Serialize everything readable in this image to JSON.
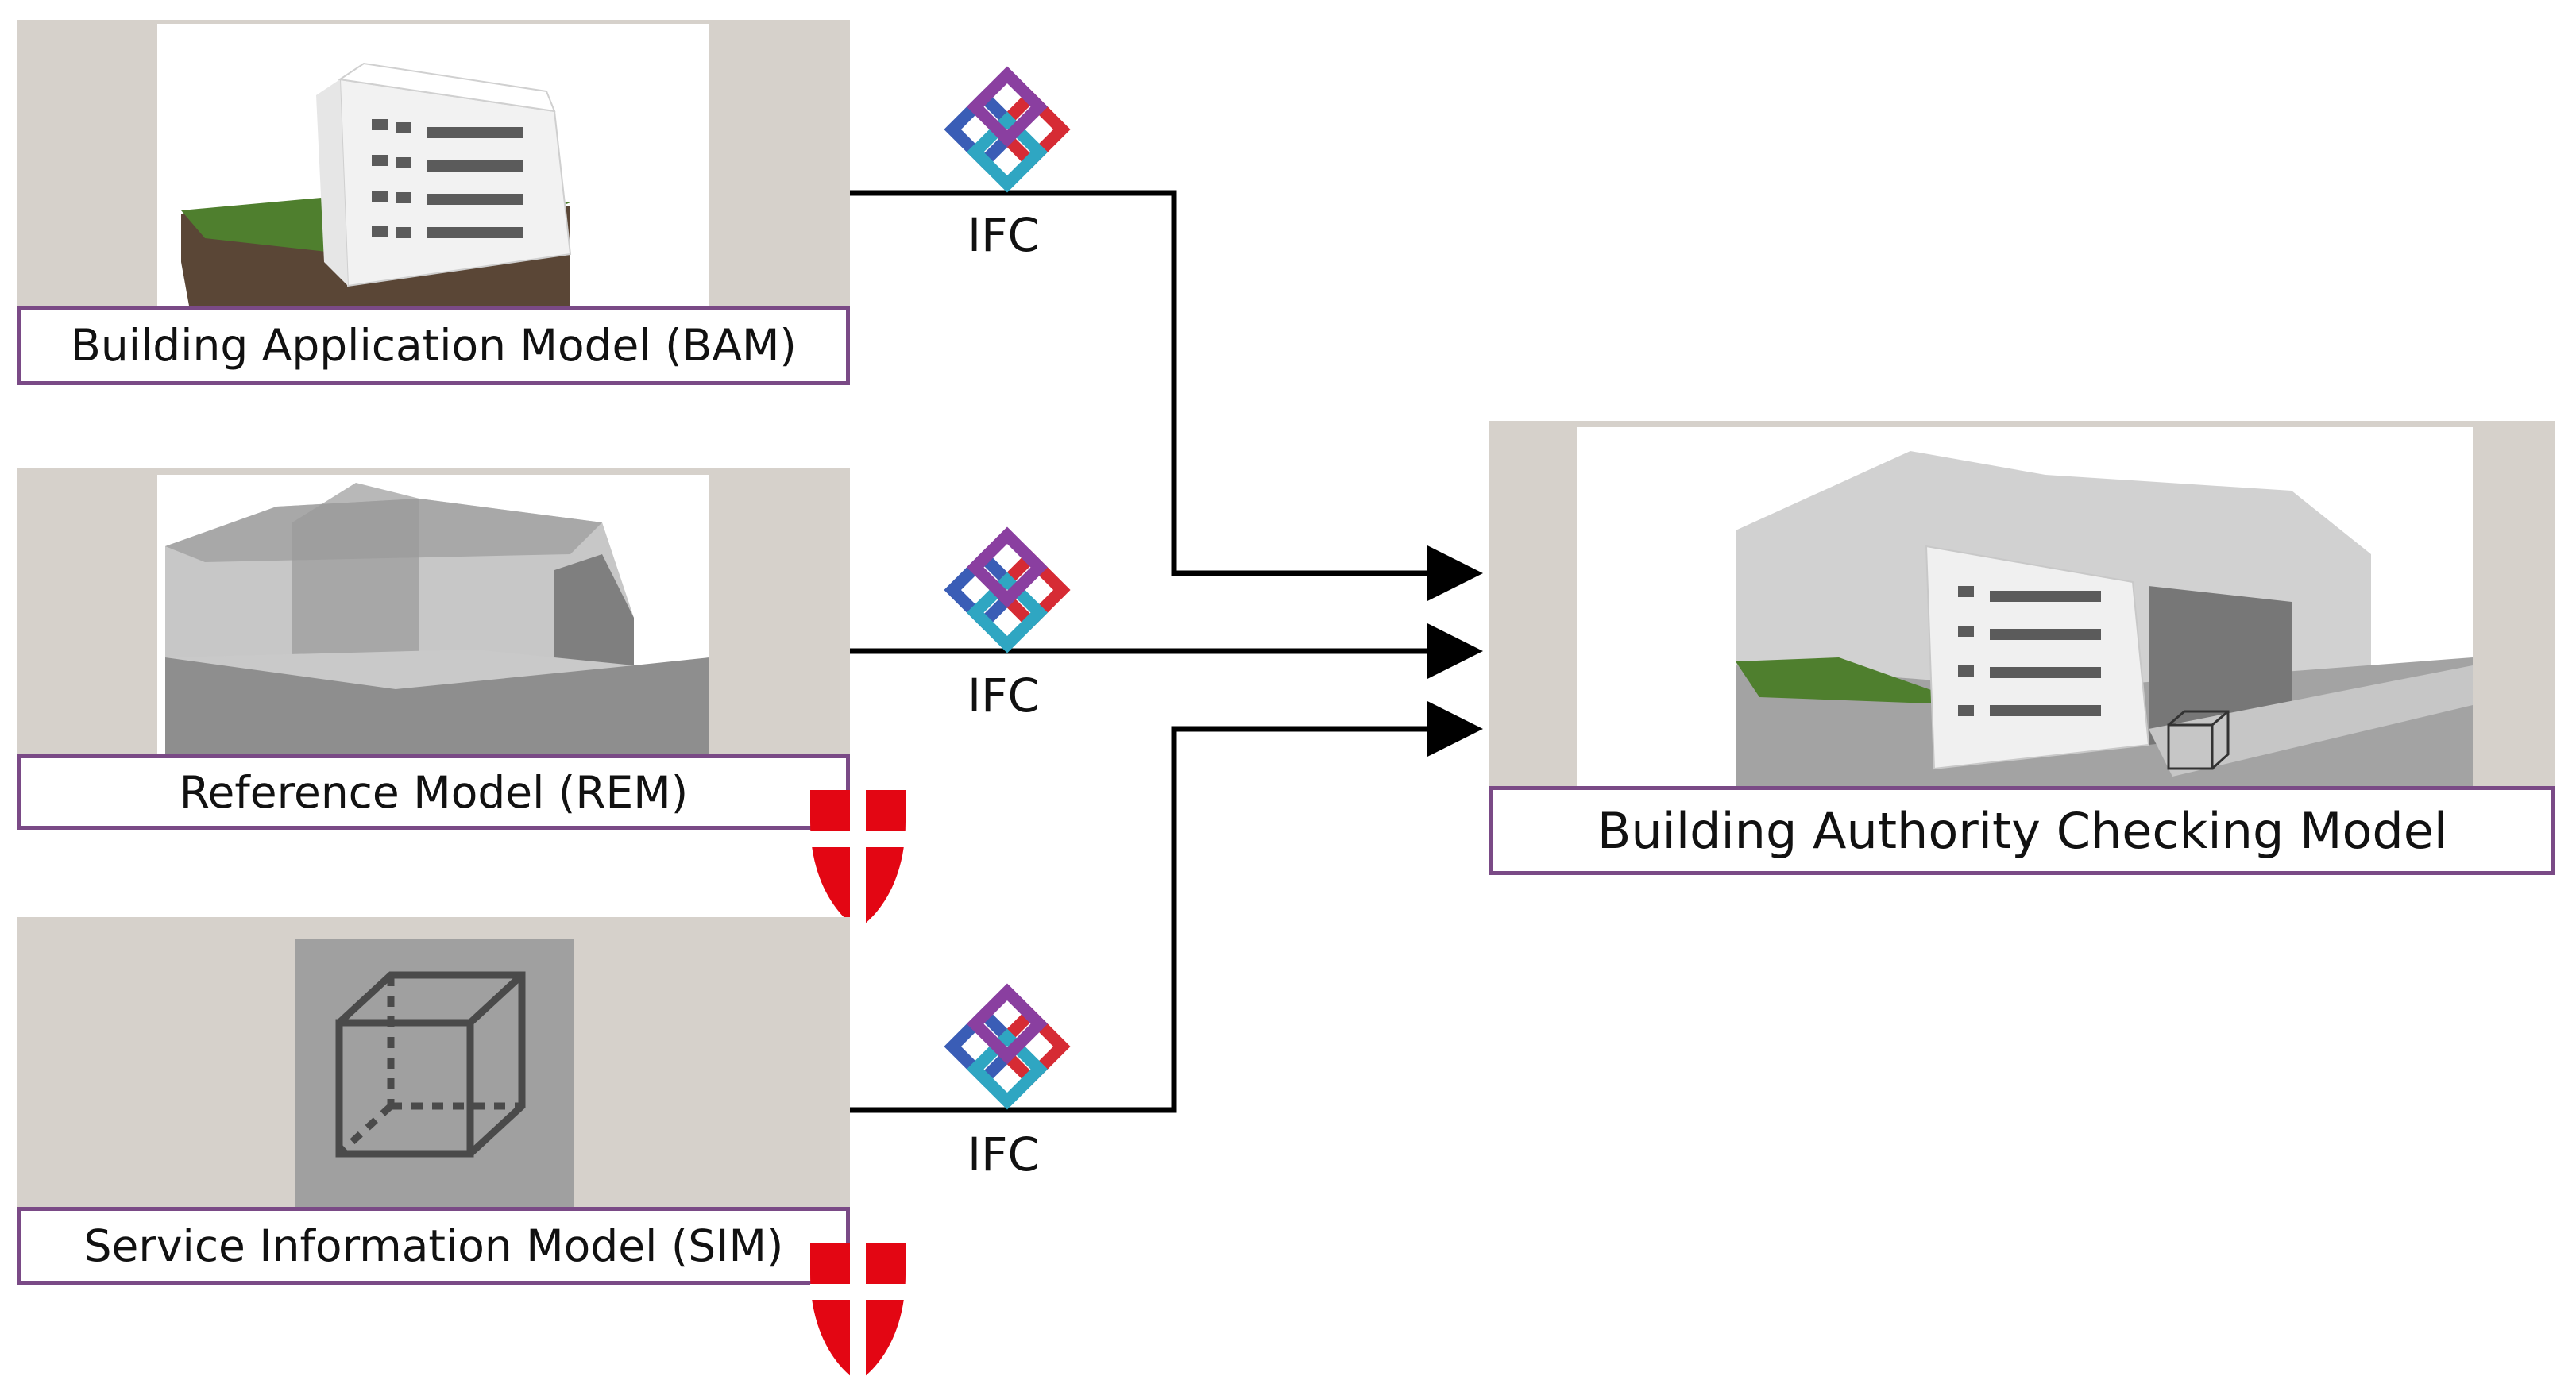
{
  "models": {
    "bam": {
      "label": "Building Application Model (BAM)"
    },
    "rem": {
      "label": "Reference Model (REM)"
    },
    "sim": {
      "label": "Service Information Model (SIM)"
    },
    "bacm": {
      "label": "Building Authority Checking Model"
    }
  },
  "connectors": [
    {
      "format": "IFC",
      "icon": "ifc-logo-icon"
    },
    {
      "format": "IFC",
      "icon": "ifc-logo-icon"
    },
    {
      "format": "IFC",
      "icon": "ifc-logo-icon"
    }
  ],
  "colors": {
    "panel_bg": "#d6d1cb",
    "label_border": "#7a4a86",
    "vienna_red": "#e30613",
    "arrow": "#000000"
  }
}
